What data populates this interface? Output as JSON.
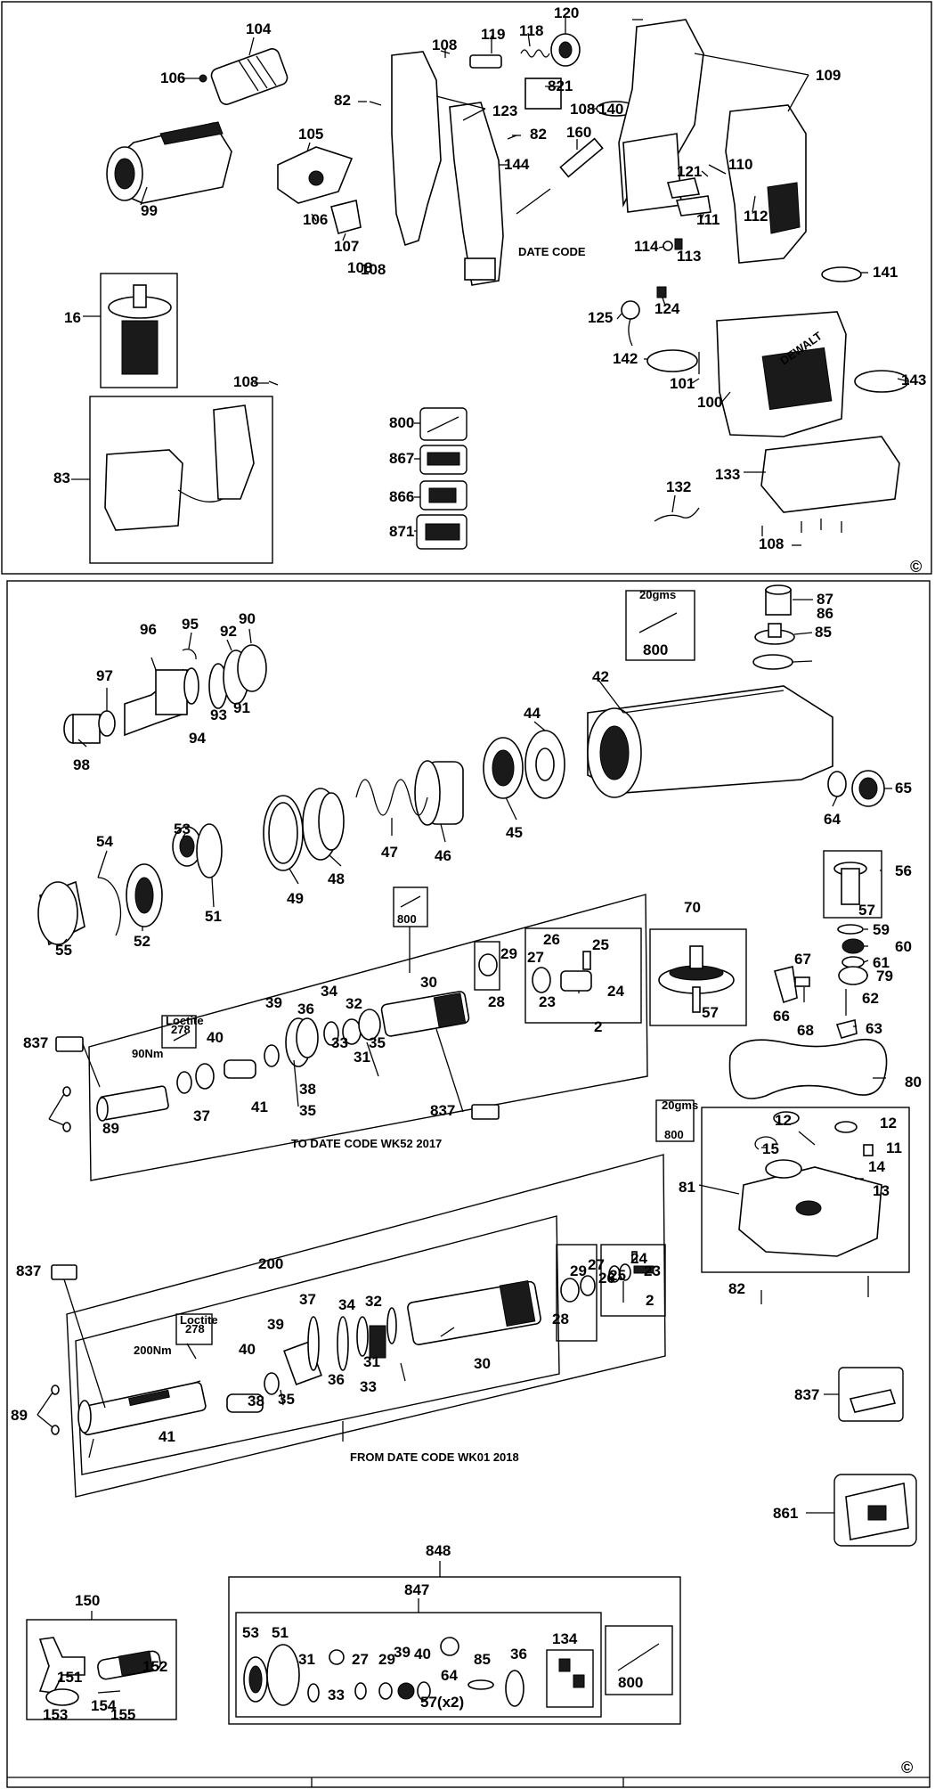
{
  "copyright_symbol": "©",
  "top_panel": {
    "labels": [
      "104",
      "106",
      "99",
      "105",
      "106",
      "107",
      "108",
      "108",
      "82",
      "123",
      "82",
      "144",
      "108",
      "119",
      "118",
      "120",
      "821",
      "160",
      "108",
      "140",
      "109",
      "121",
      "110",
      "111",
      "112",
      "114",
      "113",
      "141",
      "125",
      "124",
      "142",
      "101",
      "100",
      "143",
      "16",
      "108",
      "83",
      "800",
      "867",
      "866",
      "871",
      "133",
      "132",
      "108"
    ],
    "date_code_label": "DATE CODE"
  },
  "bottom_panel": {
    "labels": [
      "95",
      "96",
      "92",
      "90",
      "97",
      "93",
      "91",
      "94",
      "98",
      "42",
      "44",
      "45",
      "85",
      "86",
      "87",
      "64",
      "65",
      "54",
      "53",
      "49",
      "48",
      "47",
      "46",
      "51",
      "55",
      "52",
      "56",
      "57",
      "59",
      "60",
      "61",
      "79",
      "70",
      "57",
      "66",
      "67",
      "68",
      "62",
      "63",
      "80",
      "26",
      "25",
      "27",
      "23",
      "24",
      "29",
      "28",
      "2",
      "30",
      "34",
      "36",
      "39",
      "32",
      "40",
      "33",
      "31",
      "35",
      "37",
      "38",
      "41",
      "35",
      "89",
      "837",
      "837",
      "12",
      "12",
      "15",
      "11",
      "14",
      "13",
      "81",
      "82",
      "200",
      "37",
      "34",
      "32",
      "29",
      "28",
      "26",
      "25",
      "27",
      "23",
      "24",
      "2",
      "39",
      "40",
      "31",
      "33",
      "36",
      "35",
      "38",
      "30",
      "41",
      "89",
      "837",
      "837",
      "861",
      "848",
      "847",
      "150",
      "152",
      "151",
      "153",
      "154",
      "155",
      "53",
      "51",
      "31",
      "33",
      "27",
      "29",
      "39",
      "40",
      "64",
      "85",
      "36",
      "134",
      "800"
    ],
    "grease_800": "800",
    "grease_20gms": "20gms",
    "loctite_label": "Loctite",
    "loctite_number": "278",
    "torque_90": "90Nm",
    "torque_200": "200Nm",
    "note_to_date": "TO DATE CODE WK52 2017",
    "note_from_date": "FROM DATE CODE WK01 2018",
    "qty_note": "57(x2)"
  }
}
